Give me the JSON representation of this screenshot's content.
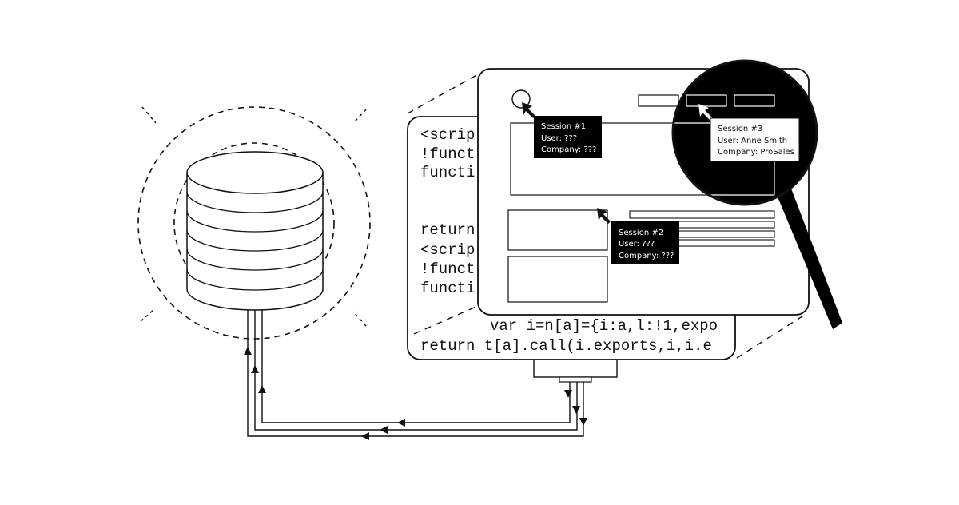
{
  "code_lines": [
    "<scrip",
    "!funct",
    "functi",
    "",
    "return",
    "<scrip",
    "!funct",
    "functi",
    "var i=n[a]={i:a,l:!1,expo",
    "return t[a].call(i.exports,i,i.e"
  ],
  "sessions": [
    {
      "title": "Session #1",
      "user": "User: ???",
      "company": "Company: ???"
    },
    {
      "title": "Session #2",
      "user": "User: ???",
      "company": "Company: ???"
    },
    {
      "title": "Session #3",
      "user": "User: Anne Smith",
      "company": "Company: ProSales"
    }
  ],
  "colors": {
    "ink": "#111111",
    "paper": "#ffffff",
    "lens": "#000000"
  },
  "icons": [
    "database-icon",
    "cursor-icon",
    "magnifying-glass-icon",
    "arrow-icon"
  ]
}
